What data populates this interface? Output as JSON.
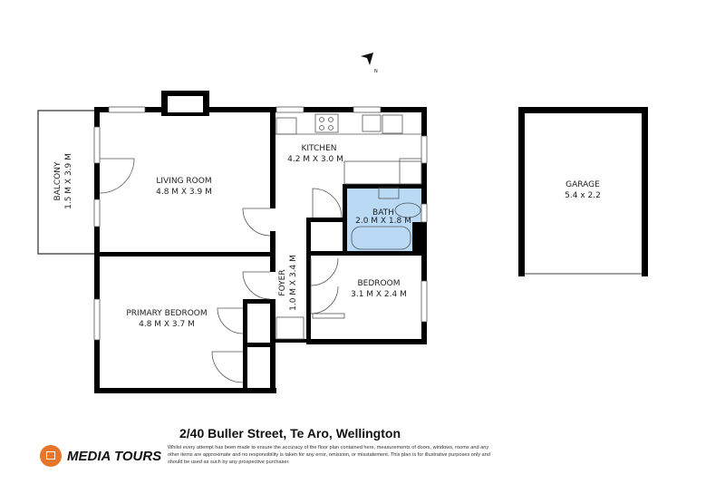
{
  "compass": {
    "label": "N",
    "icon": "north-arrow-icon"
  },
  "rooms": {
    "kitchen": {
      "name": "KITCHEN",
      "size": "4.2 M X 3.0 M"
    },
    "living": {
      "name": "LIVING ROOM",
      "size": "4.8 M X 3.9 M"
    },
    "balcony": {
      "label": "BALCONY",
      "size": "1.5 M X 3.9 M"
    },
    "bath": {
      "name": "BATH",
      "size": "2.0 M X 1.8 M"
    },
    "foyer": {
      "label": "FOYER",
      "size": "1.0 M X 3.4 M"
    },
    "bedroom": {
      "name": "BEDROOM",
      "size": "3.1 M X 2.4 M"
    },
    "primary": {
      "name": "PRIMARY BEDROOM",
      "size": "4.8 M X 3.7 M"
    },
    "garage": {
      "name": "GARAGE",
      "size": "5.4 x 2.2"
    }
  },
  "colors": {
    "wall": "#000000",
    "bath_fill": "#b9d9f5",
    "brand": "#e5762a"
  },
  "footer": {
    "address": "2/40 Buller Street, Te Aro, Wellington",
    "brand": "MEDIA TOURS",
    "disclaimer": "Whilst every attempt has been made to ensure the accuracy of the floor plan contained here, measurements of doors, windows, rooms and any other items are approximate and no responsibility is taken for any error, omission, or misstatement. This plan is for illustrative purposes only and should be used as such by any prospective purchaser."
  }
}
